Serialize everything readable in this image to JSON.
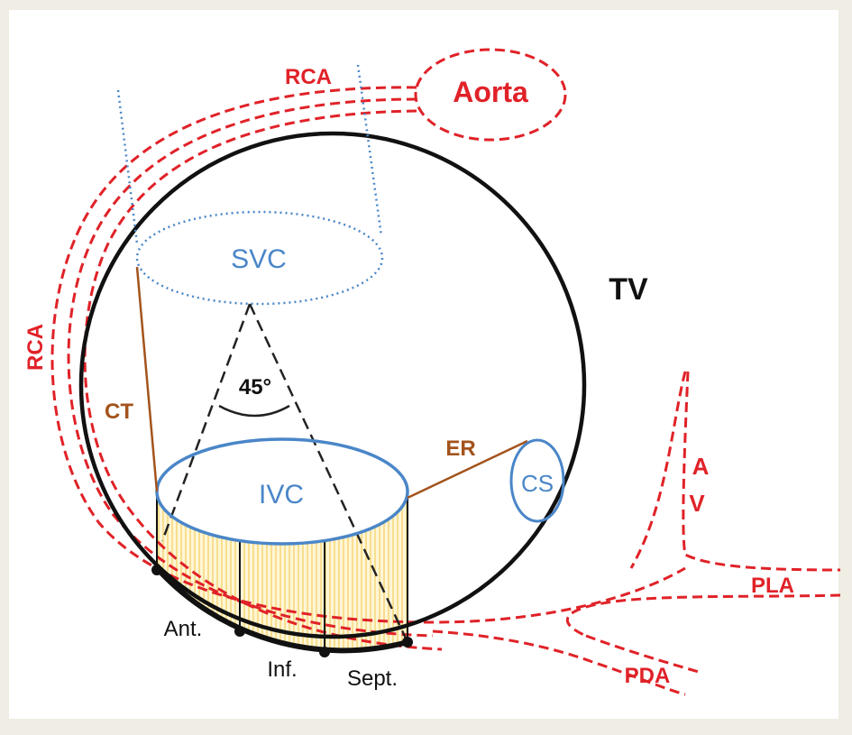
{
  "labels": {
    "aorta": "Aorta",
    "rca_top": "RCA",
    "rca_left": "RCA",
    "svc": "SVC",
    "ivc": "IVC",
    "tv": "TV",
    "cs": "CS",
    "ct": "CT",
    "er": "ER",
    "angle": "45°",
    "av_a": "A",
    "av_v": "V",
    "pla": "PLA",
    "pda": "PDA",
    "ant": "Ant.",
    "inf": "Inf.",
    "sept": "Sept."
  },
  "colors": {
    "artery_red": "#e02228",
    "vein_blue": "#4a86c8",
    "crest_brown": "#a3531c",
    "annulus_black": "#111111",
    "isthmus_yellow": "#f5e08a",
    "panel_background": "#ffffff",
    "page_background": "#efede4"
  }
}
